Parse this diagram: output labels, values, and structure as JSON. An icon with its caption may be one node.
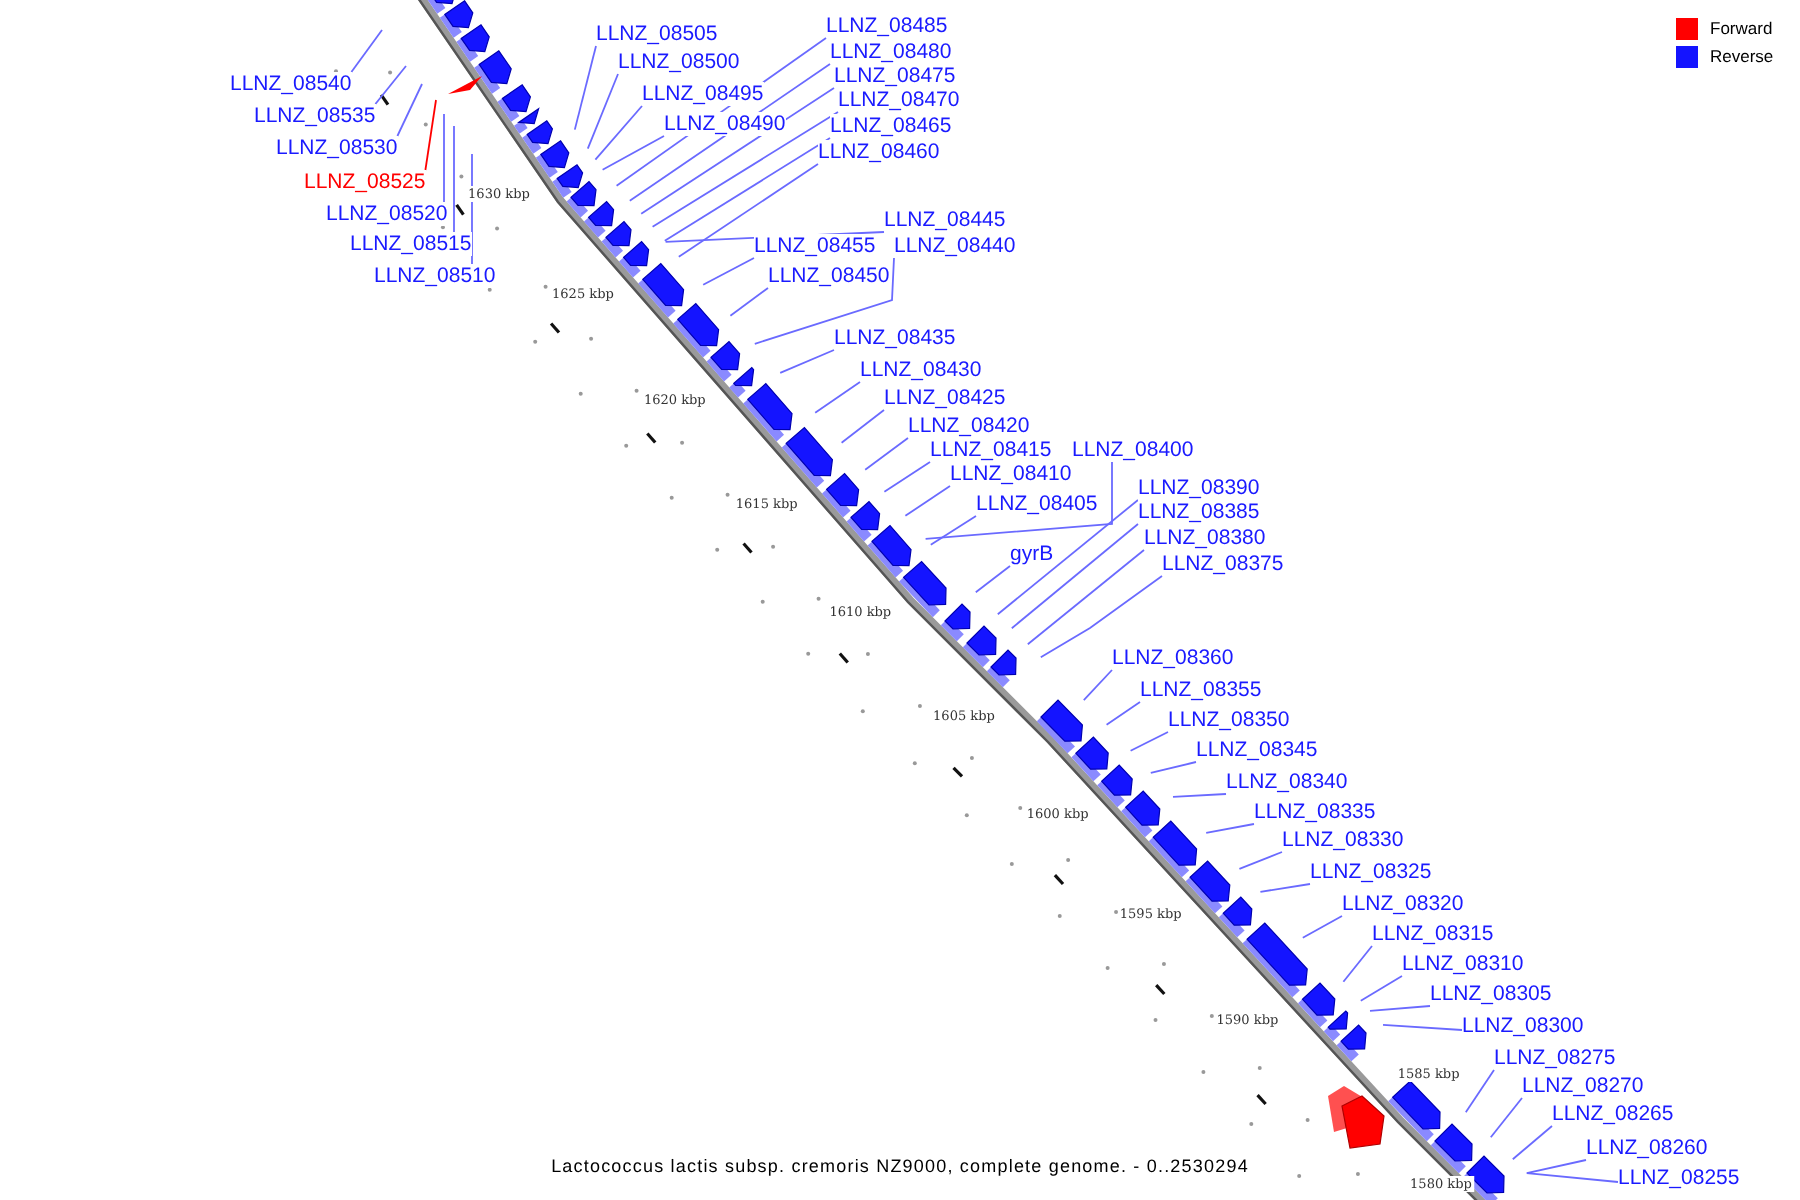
{
  "diagram": {
    "caption": "Lactococcus lactis subsp. cremoris NZ9000, complete genome. - 0..2530294",
    "nodes": [
      {
        "text": [
          "LLNZ_08540"
        ]
      },
      {
        "text": [
          "LLNZ_08535"
        ]
      },
      {
        "text": [
          "LLNZ_08530"
        ]
      },
      {
        "text": [
          "LLNZ_08525"
        ]
      },
      {
        "text": [
          "LLNZ_08520"
        ]
      },
      {
        "text": [
          "LLNZ_08515"
        ]
      },
      {
        "text": [
          "LLNZ_08510"
        ]
      },
      {
        "text": [
          "LLNZ_08505"
        ]
      },
      {
        "text": [
          "LLNZ_08485"
        ]
      },
      {
        "text": [
          "LLNZ_08480"
        ]
      },
      {
        "text": [
          "LLNZ_08500"
        ]
      },
      {
        "text": [
          "LLNZ_08475"
        ]
      },
      {
        "text": [
          "LLNZ_08495"
        ]
      },
      {
        "text": [
          "LLNZ_08470"
        ]
      },
      {
        "text": [
          "LLNZ_08490"
        ]
      },
      {
        "text": [
          "LLNZ_08465"
        ]
      },
      {
        "text": [
          "LLNZ_08460"
        ]
      },
      {
        "text": [
          "LLNZ_08445"
        ]
      },
      {
        "text": [
          "LLNZ_08455"
        ]
      },
      {
        "text": [
          "LLNZ_08440"
        ]
      },
      {
        "text": [
          "LLNZ_08450"
        ]
      },
      {
        "text": [
          "LLNZ_08435"
        ]
      },
      {
        "text": [
          "LLNZ_08430"
        ]
      },
      {
        "text": [
          "LLNZ_08425"
        ]
      },
      {
        "text": [
          "LLNZ_08420"
        ]
      },
      {
        "text": [
          "LLNZ_08415"
        ]
      },
      {
        "text": [
          "LLNZ_08400"
        ]
      },
      {
        "text": [
          "LLNZ_08410"
        ]
      },
      {
        "text": [
          "LLNZ_08405"
        ]
      },
      {
        "text": [
          "LLNZ_08390"
        ]
      },
      {
        "text": [
          "LLNZ_08385"
        ]
      },
      {
        "text": [
          "LLNZ_08380"
        ]
      },
      {
        "text": [
          "gyrB"
        ]
      },
      {
        "text": [
          "LLNZ_08375"
        ]
      },
      {
        "text": [
          "LLNZ_08360"
        ]
      },
      {
        "text": [
          "LLNZ_08355"
        ]
      },
      {
        "text": [
          "LLNZ_08350"
        ]
      },
      {
        "text": [
          "LLNZ_08345"
        ]
      },
      {
        "text": [
          "LLNZ_08340"
        ]
      },
      {
        "text": [
          "LLNZ_08335"
        ]
      },
      {
        "text": [
          "LLNZ_08330"
        ]
      },
      {
        "text": [
          "LLNZ_08325"
        ]
      },
      {
        "text": [
          "LLNZ_08320"
        ]
      },
      {
        "text": [
          "LLNZ_08315"
        ]
      },
      {
        "text": [
          "LLNZ_08310"
        ]
      },
      {
        "text": [
          "LLNZ_08305"
        ]
      },
      {
        "text": [
          "LLNZ_08300"
        ]
      },
      {
        "text": [
          "LLNZ_08275"
        ]
      },
      {
        "text": [
          "LLNZ_08270"
        ]
      },
      {
        "text": [
          "LLNZ_08265"
        ]
      },
      {
        "text": [
          "LLNZ_08260"
        ]
      },
      {
        "text": [
          "LLNZ_08255"
        ]
      }
    ],
    "edges": [
      {
        "from": 0,
        "to": null,
        "arrow": "none"
      },
      {
        "from": 1,
        "to": null,
        "arrow": "none"
      },
      {
        "from": 2,
        "to": null,
        "arrow": "none"
      },
      {
        "from": 3,
        "to": null,
        "arrow": "none",
        "color": "#ff0000"
      },
      {
        "from": 4,
        "to": null,
        "arrow": "none"
      },
      {
        "from": 5,
        "to": null,
        "arrow": "none"
      },
      {
        "from": 6,
        "to": null,
        "arrow": "none"
      },
      {
        "from": 7,
        "to": null,
        "arrow": "none"
      },
      {
        "from": 8,
        "to": null,
        "arrow": "none"
      },
      {
        "from": 9,
        "to": null,
        "arrow": "none"
      },
      {
        "from": 10,
        "to": null,
        "arrow": "none"
      },
      {
        "from": 11,
        "to": null,
        "arrow": "none"
      },
      {
        "from": 12,
        "to": null,
        "arrow": "none"
      },
      {
        "from": 13,
        "to": null,
        "arrow": "none"
      },
      {
        "from": 14,
        "to": null,
        "arrow": "none"
      },
      {
        "from": 15,
        "to": null,
        "arrow": "none"
      },
      {
        "from": 16,
        "to": null,
        "arrow": "none"
      },
      {
        "from": 17,
        "to": null,
        "arrow": "none"
      },
      {
        "from": 18,
        "to": null,
        "arrow": "none"
      },
      {
        "from": 19,
        "to": null,
        "arrow": "none"
      },
      {
        "from": 20,
        "to": null,
        "arrow": "none"
      },
      {
        "from": 21,
        "to": null,
        "arrow": "none"
      },
      {
        "from": 22,
        "to": null,
        "arrow": "none"
      },
      {
        "from": 23,
        "to": null,
        "arrow": "none"
      },
      {
        "from": 24,
        "to": null,
        "arrow": "none"
      },
      {
        "from": 25,
        "to": null,
        "arrow": "none"
      },
      {
        "from": 26,
        "to": null,
        "arrow": "none"
      },
      {
        "from": 27,
        "to": null,
        "arrow": "none"
      },
      {
        "from": 28,
        "to": null,
        "arrow": "none"
      },
      {
        "from": 29,
        "to": null,
        "arrow": "none"
      },
      {
        "from": 30,
        "to": null,
        "arrow": "none"
      },
      {
        "from": 31,
        "to": null,
        "arrow": "none"
      },
      {
        "from": 32,
        "to": null,
        "arrow": "none"
      },
      {
        "from": 33,
        "to": null,
        "arrow": "none"
      },
      {
        "from": 34,
        "to": null,
        "arrow": "none"
      },
      {
        "from": 35,
        "to": null,
        "arrow": "none"
      },
      {
        "from": 36,
        "to": null,
        "arrow": "none"
      },
      {
        "from": 37,
        "to": null,
        "arrow": "none"
      },
      {
        "from": 38,
        "to": null,
        "arrow": "none"
      },
      {
        "from": 39,
        "to": null,
        "arrow": "none"
      },
      {
        "from": 40,
        "to": null,
        "arrow": "none"
      },
      {
        "from": 41,
        "to": null,
        "arrow": "none"
      },
      {
        "from": 42,
        "to": null,
        "arrow": "none"
      },
      {
        "from": 43,
        "to": null,
        "arrow": "none"
      },
      {
        "from": 44,
        "to": null,
        "arrow": "none"
      },
      {
        "from": 45,
        "to": null,
        "arrow": "none"
      },
      {
        "from": 46,
        "to": null,
        "arrow": "none"
      },
      {
        "from": 47,
        "to": null,
        "arrow": "none"
      },
      {
        "from": 48,
        "to": null,
        "arrow": "none"
      },
      {
        "from": 49,
        "to": null,
        "arrow": "none"
      },
      {
        "from": 50,
        "to": null,
        "arrow": "none"
      },
      {
        "from": 51,
        "to": null,
        "arrow": "none"
      }
    ],
    "labels": [
      "1630 kbp",
      "1625 kbp",
      "1620 kbp",
      "1615 kbp",
      "1610 kbp",
      "1605 kbp",
      "1600 kbp",
      "1595 kbp",
      "1590 kbp",
      "1585 kbp",
      "1580 kbp"
    ],
    "legend": [
      {
        "text": "Forward",
        "color": "#ff0000"
      },
      {
        "text": "Reverse",
        "color": "#1414ff"
      }
    ]
  }
}
